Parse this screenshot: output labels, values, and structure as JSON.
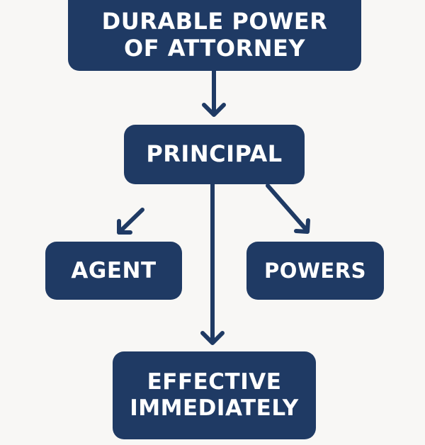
{
  "colors": {
    "background": "#f8f7f5",
    "node_fill": "#1f3a64",
    "node_text": "#ffffff",
    "arrow": "#1f3a64"
  },
  "nodes": {
    "top": {
      "label": "DURABLE POWER\nOF ATTORNEY"
    },
    "principal": {
      "label": "PRINCIPAL"
    },
    "agent": {
      "label": "AGENT"
    },
    "powers": {
      "label": "POWERS"
    },
    "effective": {
      "label": "EFFECTIVE\nIMMEDIATELY"
    }
  },
  "edges": [
    {
      "from": "top",
      "to": "principal"
    },
    {
      "from": "principal",
      "to": "agent"
    },
    {
      "from": "principal",
      "to": "powers"
    },
    {
      "from": "principal",
      "to": "effective"
    }
  ]
}
